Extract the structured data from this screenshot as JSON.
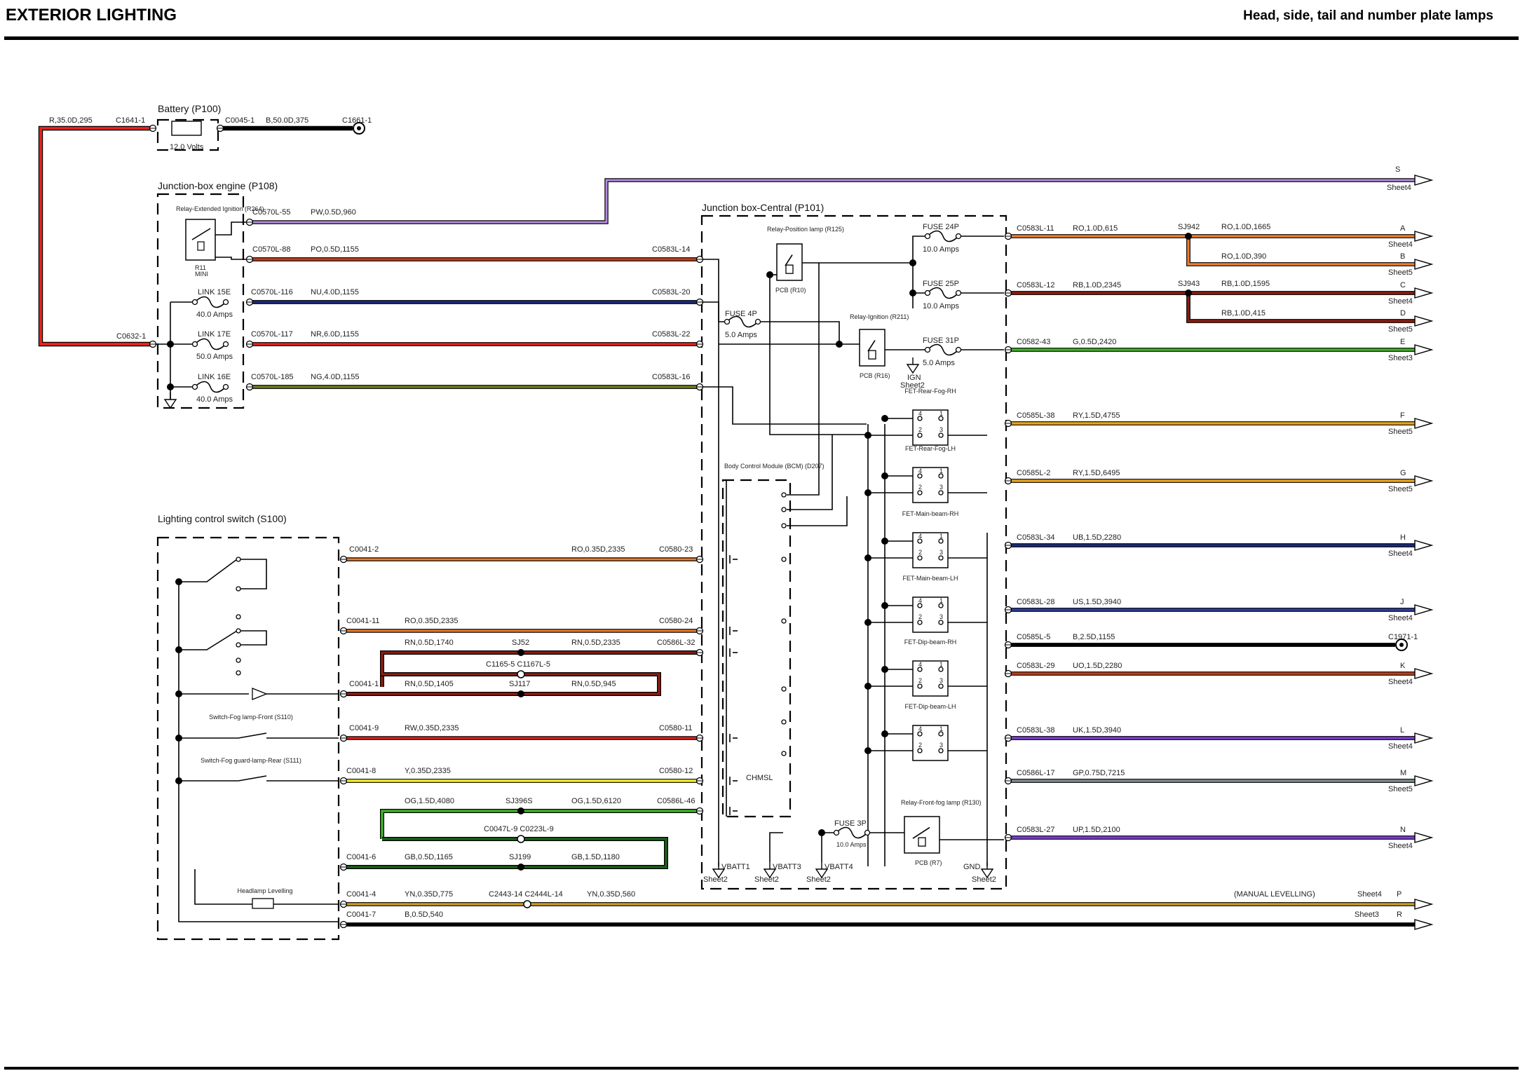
{
  "header": {
    "left_title": "EXTERIOR LIGHTING",
    "right_title": "Head, side, tail and number plate lamps"
  },
  "colors": {
    "red": "#e8201a",
    "violet": "#b48ee0",
    "orange": "#ee7d2e",
    "brown": "#b8401f",
    "navy": "#1b2a78",
    "olive": "#6e7c1e",
    "green": "#41b02a",
    "dkred": "#8a1d0f",
    "amber": "#e6a521",
    "blue": "#2e3d9c",
    "gray": "#7e8a8e",
    "purple": "#7a3fd0",
    "yellow": "#f3ec28",
    "dkgreen": "#1b5e1b",
    "gold": "#c99b1e",
    "black": "#000000"
  },
  "components": {
    "battery": "Battery (P100)",
    "battery_volts": "12.0 Volts",
    "jb_engine": "Junction-box engine (P108)",
    "relay_ext_ign": "Relay-Extended Ignition (R264)",
    "r11": "R11",
    "mini": "MINI",
    "link15": "LINK 15E",
    "link15_amps": "40.0 Amps",
    "link17": "LINK 17E",
    "link17_amps": "50.0 Amps",
    "link16": "LINK 16E",
    "link16_amps": "40.0 Amps",
    "jb_central": "Junction box-Central (P101)",
    "relay_pos": "Relay-Position lamp (R125)",
    "pcb_r10": "PCB (R10)",
    "relay_ign": "Relay-Ignition (R211)",
    "pcb_r16": "PCB (R16)",
    "fuse4p": "FUSE 4P",
    "fuse4p_amps": "5.0 Amps",
    "fuse24p": "FUSE 24P",
    "fuse24p_amps": "10.0 Amps",
    "fuse25p": "FUSE 25P",
    "fuse25p_amps": "10.0 Amps",
    "fuse31p": "FUSE 31P",
    "fuse31p_amps": "5.0 Amps",
    "ign": "IGN",
    "ign_sheet": "Sheet2",
    "fet_rf_rh": "FET-Rear-Fog-RH",
    "fet_rf_lh": "FET-Rear-Fog-LH",
    "fet_mb_rh": "FET-Main-beam-RH",
    "fet_mb_lh": "FET-Main-beam-LH",
    "fet_db_rh": "FET-Dip-beam-RH",
    "fet_db_lh": "FET-Dip-beam-LH",
    "bcm": "Body Control Module (BCM) (D207)",
    "chmsl": "CHMSL",
    "fuse3p": "FUSE 3P",
    "fuse3p_amps": "10.0 Amps",
    "relay_ffog": "Relay-Front-fog lamp (R130)",
    "pcb_r7": "PCB (R7)",
    "lcs": "Lighting control switch (S100)",
    "sw_fog_front": "Switch-Fog lamp-Front (S110)",
    "sw_fog_rear": "Switch-Fog guard-lamp-Rear (S111)",
    "headlamp_lev": "Headlamp Levelling",
    "manual_lev": "(MANUAL LEVELLING)",
    "pin4": "4",
    "pin1": "1",
    "pin2": "2",
    "pin3": "3"
  },
  "supply_points": [
    {
      "label": "VBATT1",
      "sheet": "Sheet2"
    },
    {
      "label": "VBATT3",
      "sheet": "Sheet2"
    },
    {
      "label": "VBATT4",
      "sheet": "Sheet2"
    },
    {
      "label": "GND",
      "sheet": "Sheet2"
    }
  ],
  "wires_top": [
    {
      "from": "R,35.0D,295",
      "c1": "C1641-1",
      "c2": "C0045-1",
      "spec": "B,50.0D,375",
      "c3": "C1661-1"
    },
    {
      "c1": "C0632-1"
    }
  ],
  "engine_wires": [
    {
      "conn": "C0570L-55",
      "spec": "PW,0.5D,960"
    },
    {
      "conn": "C0570L-88",
      "spec": "PO,0.5D,1155",
      "end": "C0583L-14"
    },
    {
      "conn": "C0570L-116",
      "spec": "NU,4.0D,1155",
      "end": "C0583L-20"
    },
    {
      "conn": "C0570L-117",
      "spec": "NR,6.0D,1155",
      "end": "C0583L-22"
    },
    {
      "conn": "C0570L-185",
      "spec": "NG,4.0D,1155",
      "end": "C0583L-16"
    }
  ],
  "outputs": [
    {
      "conn": "C0583L-11",
      "spec": "RO,1.0D,615",
      "splice": "SJ942",
      "spec2": "RO,1.0D,1665",
      "letter": "A",
      "sheet": "Sheet4"
    },
    {
      "spec": "RO,1.0D,390",
      "letter": "B",
      "sheet": "Sheet5"
    },
    {
      "conn": "C0583L-12",
      "spec": "RB,1.0D,2345",
      "splice": "SJ943",
      "spec2": "RB,1.0D,1595",
      "letter": "C",
      "sheet": "Sheet4"
    },
    {
      "spec": "RB,1.0D,415",
      "letter": "D",
      "sheet": "Sheet5"
    },
    {
      "conn": "C0582-43",
      "spec": "G,0.5D,2420",
      "letter": "E",
      "sheet": "Sheet3"
    },
    {
      "conn": "C0585L-38",
      "spec": "RY,1.5D,4755",
      "letter": "F",
      "sheet": "Sheet5"
    },
    {
      "conn": "C0585L-2",
      "spec": "RY,1.5D,6495",
      "letter": "G",
      "sheet": "Sheet5"
    },
    {
      "conn": "C0583L-34",
      "spec": "UB,1.5D,2280",
      "letter": "H",
      "sheet": "Sheet4"
    },
    {
      "conn": "C0583L-28",
      "spec": "US,1.5D,3940",
      "letter": "J",
      "sheet": "Sheet4"
    },
    {
      "conn": "C0585L-5",
      "spec": "B,2.5D,1155",
      "end": "C1971-1"
    },
    {
      "conn": "C0583L-29",
      "spec": "UO,1.5D,2280",
      "letter": "K",
      "sheet": "Sheet4"
    },
    {
      "conn": "C0583L-38",
      "spec": "UK,1.5D,3940",
      "letter": "L",
      "sheet": "Sheet4"
    },
    {
      "conn": "C0586L-17",
      "spec": "GP,0.75D,7215",
      "letter": "M",
      "sheet": "Sheet5"
    },
    {
      "conn": "C0583L-27",
      "spec": "UP,1.5D,2100",
      "letter": "N",
      "sheet": "Sheet4"
    },
    {
      "letter": "S",
      "sheet": "Sheet4"
    },
    {
      "letter": "P",
      "sheet": "Sheet4"
    },
    {
      "letter": "R",
      "sheet": "Sheet3"
    }
  ],
  "switch_wires": [
    {
      "conn": "C0041-2",
      "spec": "RO,0.35D,2335",
      "end": "C0580-23"
    },
    {
      "conn": "C0041-11",
      "spec": "RO,0.35D,2335",
      "end": "C0580-24"
    },
    {
      "spec": "RN,0.5D,1740",
      "splice": "SJ52",
      "spec2": "RN,0.5D,2335",
      "end": "C0586L-32"
    },
    {
      "inline": "C1165-5 C1167L-5"
    },
    {
      "conn": "C0041-1",
      "spec": "RN,0.5D,1405",
      "splice": "SJ117",
      "spec2": "RN,0.5D,945"
    },
    {
      "conn": "C0041-9",
      "spec": "RW,0.35D,2335",
      "end": "C0580-11"
    },
    {
      "conn": "C0041-8",
      "spec": "Y,0.35D,2335",
      "end": "C0580-12"
    },
    {
      "spec": "OG,1.5D,4080",
      "splice": "SJ396S",
      "spec2": "OG,1.5D,6120",
      "end": "C0586L-46"
    },
    {
      "inline": "C0047L-9 C0223L-9"
    },
    {
      "conn": "C0041-6",
      "spec": "GB,0.5D,1165",
      "splice": "SJ199",
      "spec2": "GB,1.5D,1180"
    },
    {
      "conn": "C0041-4",
      "spec": "YN,0.35D,775",
      "inline": "C2443-14 C2444L-14",
      "spec2": "YN,0.35D,560"
    },
    {
      "conn": "C0041-7",
      "spec": "B,0.5D,540"
    }
  ]
}
